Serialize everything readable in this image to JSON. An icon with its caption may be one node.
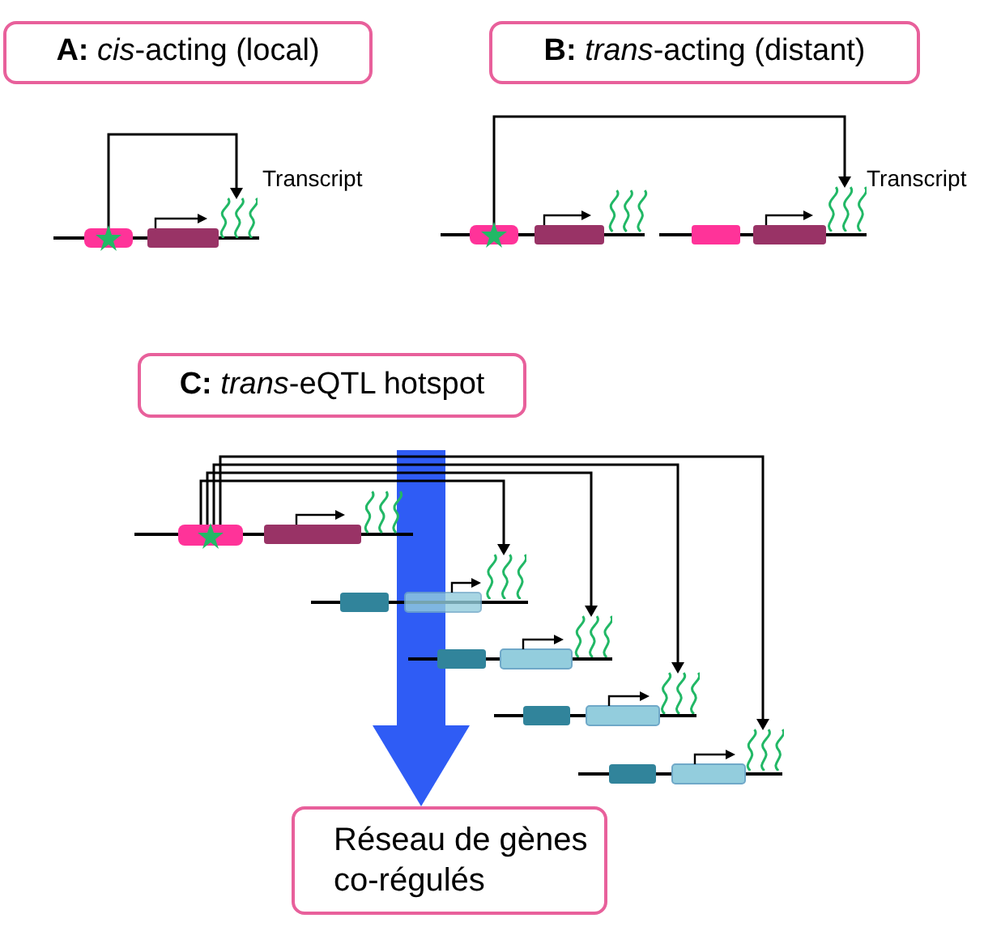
{
  "diagram": {
    "nodes": [
      {
        "text": [
          "**A:** *cis*-acting (local)"
        ]
      },
      {
        "text": [
          "**B:** *trans*-acting (distant)"
        ]
      },
      {
        "text": [
          "**C:** *trans*-eQTL hotspot"
        ]
      },
      {
        "text": [
          "Réseau de gènes co-régulés"
        ]
      },
      {
        "text": [],
        "shape": "box"
      },
      {
        "text": [],
        "shape": "picture",
        "beside": [
          "Transcript"
        ]
      },
      {
        "text": [],
        "shape": "box"
      },
      {
        "text": [],
        "shape": "picture",
        "beside": [
          "Transcript"
        ]
      },
      {
        "text": [],
        "shape": "box"
      },
      {
        "text": [],
        "shape": "picture"
      },
      {
        "text": [],
        "shape": "picture"
      },
      {
        "text": [],
        "shape": "picture"
      },
      {
        "text": [],
        "shape": "picture"
      }
    ],
    "edges": [
      {
        "from": 4,
        "to": 5,
        "arrow": "to"
      },
      {
        "from": 6,
        "to": 7,
        "arrow": "to"
      },
      {
        "from": null,
        "to": 3,
        "arrow": "to",
        "style": "thick",
        "color": "#2f5cf5"
      },
      {
        "from": 8,
        "to": 9,
        "arrow": "to"
      },
      {
        "from": 8,
        "to": 10,
        "arrow": "to"
      },
      {
        "from": 8,
        "to": 11,
        "arrow": "to"
      },
      {
        "from": 8,
        "to": 12,
        "arrow": "to"
      }
    ]
  }
}
